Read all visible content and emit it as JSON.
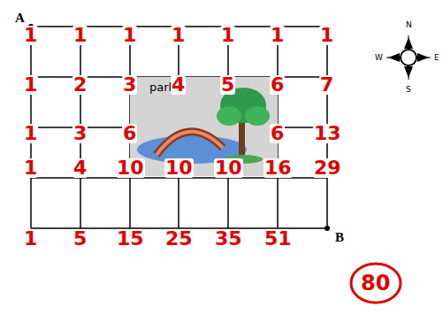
{
  "diagram": {
    "nodes": [
      {
        "text": [
          "park"
        ]
      }
    ],
    "labels": [
      "A",
      "B",
      "N",
      "W",
      "E",
      "S",
      "1",
      "1",
      "1",
      "1",
      "1",
      "1",
      "1",
      "1",
      "2",
      "3",
      "4",
      "5",
      "6",
      "7",
      "1",
      "3",
      "6",
      "6",
      "13",
      "1",
      "4",
      "10",
      "10",
      "10",
      "16",
      "29",
      "1",
      "5",
      "15",
      "25",
      "35",
      "51",
      "80"
    ]
  }
}
